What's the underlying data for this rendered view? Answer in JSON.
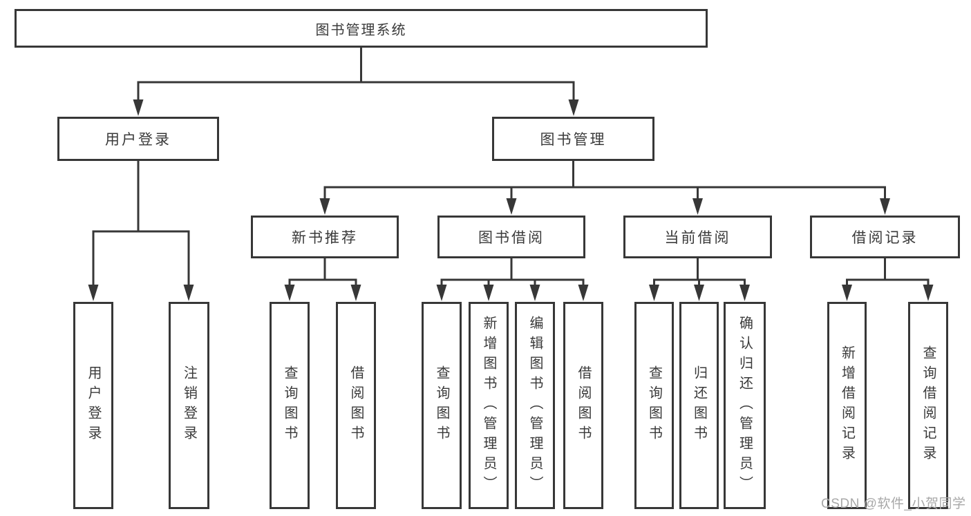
{
  "diagram_title": "图书管理系统",
  "root": {
    "label": "图书管理系统"
  },
  "level2": [
    {
      "label": "用户登录"
    },
    {
      "label": "图书管理"
    }
  ],
  "level3": [
    {
      "label": "新书推荐",
      "parent": "图书管理"
    },
    {
      "label": "图书借阅",
      "parent": "图书管理"
    },
    {
      "label": "当前借阅",
      "parent": "图书管理"
    },
    {
      "label": "借阅记录",
      "parent": "图书管理"
    }
  ],
  "leaves": [
    {
      "label": "用户登录",
      "parent": "用户登录"
    },
    {
      "label": "注销登录",
      "parent": "用户登录"
    },
    {
      "label": "查询图书",
      "parent": "新书推荐"
    },
    {
      "label": "借阅图书",
      "parent": "新书推荐"
    },
    {
      "label": "查询图书",
      "parent": "图书借阅"
    },
    {
      "label": "新增图书（管理员）",
      "parent": "图书借阅"
    },
    {
      "label": "编辑图书（管理员）",
      "parent": "图书借阅"
    },
    {
      "label": "借阅图书",
      "parent": "图书借阅"
    },
    {
      "label": "查询图书",
      "parent": "当前借阅"
    },
    {
      "label": "归还图书",
      "parent": "当前借阅"
    },
    {
      "label": "确认归还（管理员）",
      "parent": "当前借阅"
    },
    {
      "label": "新增借阅记录",
      "parent": "借阅记录"
    },
    {
      "label": "查询借阅记录",
      "parent": "借阅记录"
    }
  ],
  "watermark": "CSDN @软件_小贺同学",
  "colors": {
    "line": "#373737",
    "box_border": "#373737",
    "text": "#3a3a3a",
    "watermark": "#a8a8a8",
    "background": "#ffffff"
  }
}
